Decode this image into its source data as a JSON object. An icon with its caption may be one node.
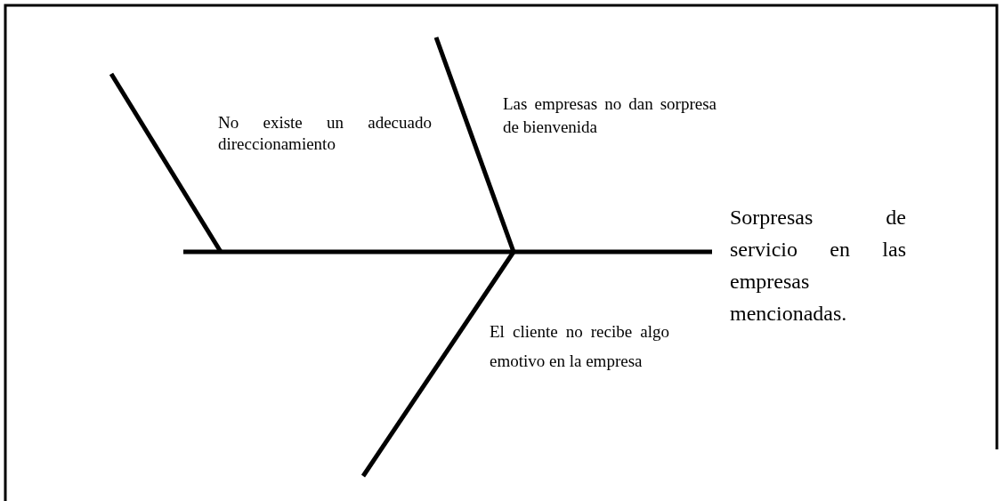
{
  "diagram": {
    "labels": [
      "No existe un adecuado direccionamiento",
      "Las empresas no dan sorpresa de bienvenida",
      "Sorpresas de servicio en las empresas mencionadas.",
      "El cliente no recibe algo emotivo en la empresa"
    ]
  }
}
